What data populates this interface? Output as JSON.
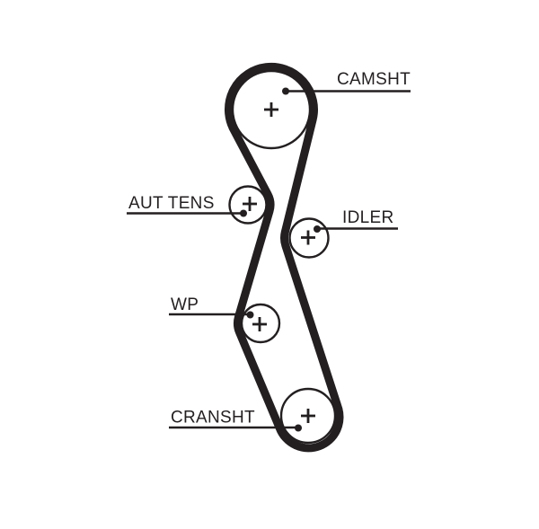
{
  "diagram": {
    "kind": "timing-belt-routing-diagram",
    "colors": {
      "ink": "#231f20",
      "background": "#ffffff"
    },
    "belt": {
      "name": "timing-belt",
      "routing_order": [
        "CAMSHT",
        "AUT TENS",
        "WP",
        "CRANSHT",
        "IDLER"
      ]
    },
    "pulleys": [
      {
        "id": "camsht",
        "label": "CAMSHT",
        "marker": "plus-icon",
        "callout_side": "right"
      },
      {
        "id": "aut-tens",
        "label": "AUT TENS",
        "marker": "plus-icon",
        "callout_side": "left"
      },
      {
        "id": "idler",
        "label": "IDLER",
        "marker": "plus-icon",
        "callout_side": "right"
      },
      {
        "id": "wp",
        "label": "WP",
        "marker": "plus-icon",
        "callout_side": "left"
      },
      {
        "id": "cransht",
        "label": "CRANSHT",
        "marker": "plus-icon",
        "callout_side": "left"
      }
    ]
  }
}
